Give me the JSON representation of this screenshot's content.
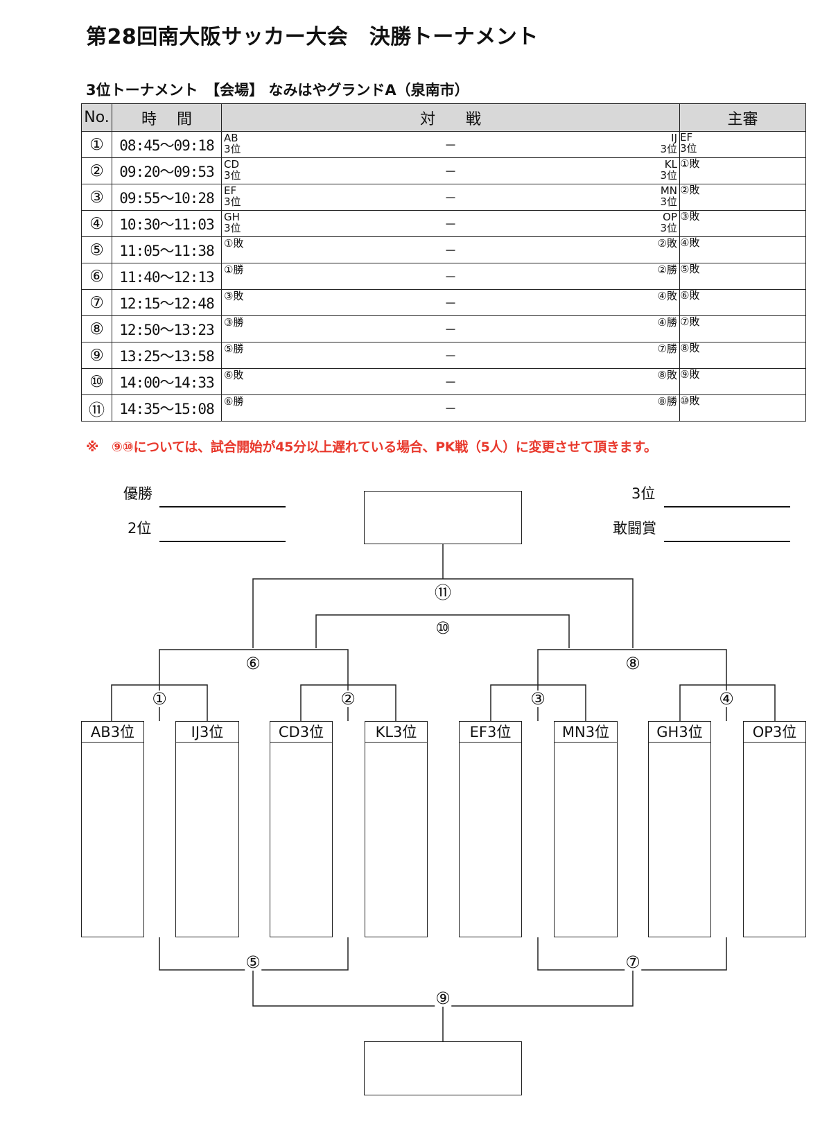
{
  "title": "第28回南大阪サッカー大会　決勝トーナメント",
  "subtitle": "3位トーナメント　【会場】 なみはやグランドA（泉南市）",
  "table": {
    "headers": {
      "no": "No.",
      "time": "時　 間",
      "match": "対　　戦",
      "referee": "主審"
    },
    "rows": [
      {
        "no": "①",
        "time": "08:45～09:18",
        "home": "AB\n3位",
        "sep": "－",
        "away": "IJ\n3位",
        "referee": "EF\n3位"
      },
      {
        "no": "②",
        "time": "09:20～09:53",
        "home": "CD\n3位",
        "sep": "－",
        "away": "KL\n3位",
        "referee": "①敗"
      },
      {
        "no": "③",
        "time": "09:55～10:28",
        "home": "EF\n3位",
        "sep": "－",
        "away": "MN\n3位",
        "referee": "②敗"
      },
      {
        "no": "④",
        "time": "10:30～11:03",
        "home": "GH\n3位",
        "sep": "－",
        "away": "OP\n3位",
        "referee": "③敗"
      },
      {
        "no": "⑤",
        "time": "11:05～11:38",
        "home": "①敗",
        "sep": "－",
        "away": "②敗",
        "referee": "④敗"
      },
      {
        "no": "⑥",
        "time": "11:40～12:13",
        "home": "①勝",
        "sep": "－",
        "away": "②勝",
        "referee": "⑤敗"
      },
      {
        "no": "⑦",
        "time": "12:15～12:48",
        "home": "③敗",
        "sep": "－",
        "away": "④敗",
        "referee": "⑥敗"
      },
      {
        "no": "⑧",
        "time": "12:50～13:23",
        "home": "③勝",
        "sep": "－",
        "away": "④勝",
        "referee": "⑦敗"
      },
      {
        "no": "⑨",
        "time": "13:25～13:58",
        "home": "⑤勝",
        "sep": "－",
        "away": "⑦勝",
        "referee": "⑧敗"
      },
      {
        "no": "⑩",
        "time": "14:00～14:33",
        "home": "⑥敗",
        "sep": "－",
        "away": "⑧敗",
        "referee": "⑨敗"
      },
      {
        "no": "⑪",
        "time": "14:35～15:08",
        "home": "⑥勝",
        "sep": "－",
        "away": "⑧勝",
        "referee": "⑩敗"
      }
    ]
  },
  "note": "※　⑨⑩については、試合開始が45分以上遅れている場合、PK戦（5人）に変更させて頂きます。",
  "awards": {
    "winner": "優勝",
    "second": "2位",
    "third": "3位",
    "fighting_spirit": "敢闘賞"
  },
  "bracket": {
    "teams": [
      "AB3位",
      "IJ3位",
      "CD3位",
      "KL3位",
      "EF3位",
      "MN3位",
      "GH3位",
      "OP3位"
    ],
    "nodes": {
      "m1": "①",
      "m2": "②",
      "m3": "③",
      "m4": "④",
      "m5": "⑤",
      "m6": "⑥",
      "m7": "⑦",
      "m8": "⑧",
      "m9": "⑨",
      "m10": "⑩",
      "m11": "⑪"
    }
  },
  "colors": {
    "note": "#e8392d",
    "header_bg": "#d8d8d8",
    "line": "#222222"
  }
}
